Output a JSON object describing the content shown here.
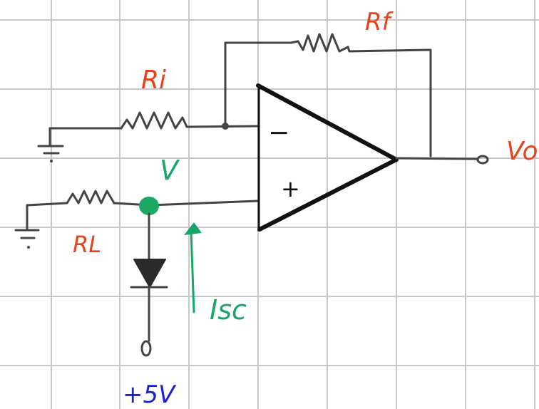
{
  "labels": {
    "rf": "Rf",
    "ri": "Ri",
    "rl": "RL",
    "v_node": "V",
    "isc": "Isc",
    "supply": "+5V",
    "vo": "Vo",
    "minus": "−",
    "plus": "+"
  },
  "colors": {
    "background": "#ffffff",
    "grid": "#c8c8c8",
    "wire": "#444444",
    "opamp": "#111111",
    "component_label": "#e8431e",
    "green": "#17a667",
    "node_fill": "#1aa863",
    "supply_label": "#1a22d6"
  },
  "icons": {
    "ground_left_top": "ground-icon",
    "ground_left_bottom": "ground-icon",
    "diode": "diode-icon",
    "output_terminal": "terminal-icon",
    "supply_terminal": "terminal-icon",
    "current_arrow": "arrow-up-icon"
  }
}
